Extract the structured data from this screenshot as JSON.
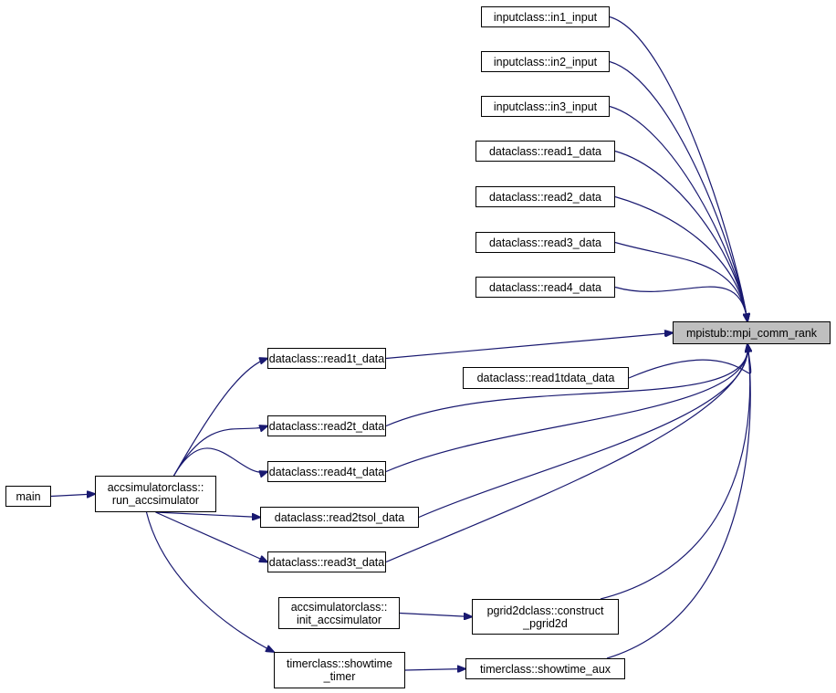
{
  "nodes": [
    {
      "id": "in1",
      "label": "inputclass::in1_input",
      "interactable": true
    },
    {
      "id": "in2",
      "label": "inputclass::in2_input",
      "interactable": true
    },
    {
      "id": "in3",
      "label": "inputclass::in3_input",
      "interactable": true
    },
    {
      "id": "read1",
      "label": "dataclass::read1_data",
      "interactable": true
    },
    {
      "id": "read2",
      "label": "dataclass::read2_data",
      "interactable": true
    },
    {
      "id": "read3",
      "label": "dataclass::read3_data",
      "interactable": true
    },
    {
      "id": "read4",
      "label": "dataclass::read4_data",
      "interactable": true
    },
    {
      "id": "mpi",
      "label": "mpistub::mpi_comm_rank",
      "interactable": false
    },
    {
      "id": "read1t",
      "label": "dataclass::read1t_data",
      "interactable": true
    },
    {
      "id": "read1tdata",
      "label": "dataclass::read1tdata_data",
      "interactable": true
    },
    {
      "id": "read2t",
      "label": "dataclass::read2t_data",
      "interactable": true
    },
    {
      "id": "main",
      "label": "main",
      "interactable": true
    },
    {
      "id": "runacc",
      "label": "accsimulatorclass::\nrun_accsimulator",
      "interactable": true
    },
    {
      "id": "read4t",
      "label": "dataclass::read4t_data",
      "interactable": true
    },
    {
      "id": "read2tsol",
      "label": "dataclass::read2tsol_data",
      "interactable": true
    },
    {
      "id": "read3t",
      "label": "dataclass::read3t_data",
      "interactable": true
    },
    {
      "id": "initacc",
      "label": "accsimulatorclass::\ninit_accsimulator",
      "interactable": true
    },
    {
      "id": "pgrid",
      "label": "pgrid2dclass::construct\n_pgrid2d",
      "interactable": true
    },
    {
      "id": "showtimer",
      "label": "timerclass::showtime\n_timer",
      "interactable": true
    },
    {
      "id": "showaux",
      "label": "timerclass::showtime_aux",
      "interactable": true
    }
  ],
  "edges": [
    {
      "from": "main",
      "to": "runacc"
    },
    {
      "from": "runacc",
      "to": "read1t"
    },
    {
      "from": "runacc",
      "to": "read2t"
    },
    {
      "from": "runacc",
      "to": "read4t"
    },
    {
      "from": "runacc",
      "to": "read2tsol"
    },
    {
      "from": "runacc",
      "to": "read3t"
    },
    {
      "from": "runacc",
      "to": "showtimer"
    },
    {
      "from": "initacc",
      "to": "pgrid"
    },
    {
      "from": "showtimer",
      "to": "showaux"
    },
    {
      "from": "in1",
      "to": "mpi"
    },
    {
      "from": "in2",
      "to": "mpi"
    },
    {
      "from": "in3",
      "to": "mpi"
    },
    {
      "from": "read1",
      "to": "mpi"
    },
    {
      "from": "read2",
      "to": "mpi"
    },
    {
      "from": "read3",
      "to": "mpi"
    },
    {
      "from": "read4",
      "to": "mpi"
    },
    {
      "from": "read1t",
      "to": "mpi"
    },
    {
      "from": "read1tdata",
      "to": "mpi"
    },
    {
      "from": "read2t",
      "to": "mpi"
    },
    {
      "from": "read4t",
      "to": "mpi"
    },
    {
      "from": "read2tsol",
      "to": "mpi"
    },
    {
      "from": "read3t",
      "to": "mpi"
    },
    {
      "from": "pgrid",
      "to": "mpi"
    },
    {
      "from": "showaux",
      "to": "mpi"
    }
  ],
  "colors": {
    "edge": "#191970",
    "node_border": "#000000",
    "target_fill": "#bfbfbf"
  }
}
